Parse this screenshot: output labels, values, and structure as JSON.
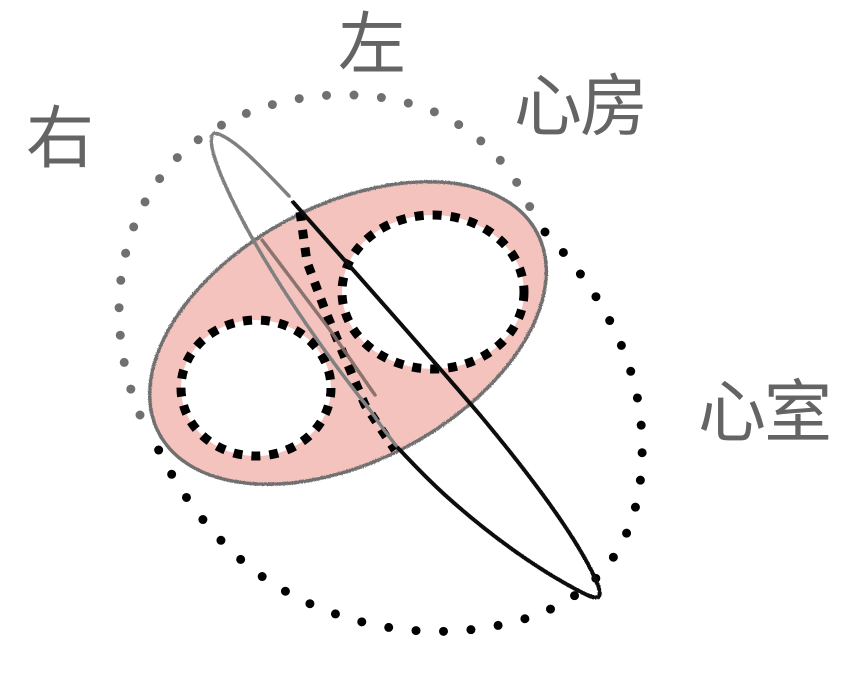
{
  "diagram": {
    "type": "heart-chamber-schematic",
    "labels": {
      "right": "右",
      "left": "左",
      "atrium": "心房",
      "ventricle": "心室"
    },
    "colors": {
      "label": "#646464",
      "myocardium_fill": "#f5c3bd",
      "myocardium_stroke": "#707070",
      "dots_upper": "#707070",
      "dots_lower": "#000000",
      "septum_upper_plane": "#808080",
      "septum_lower_plane": "#000000",
      "chamber_border": "#000000",
      "background": "#ffffff"
    },
    "shapes": [
      {
        "name": "outer-heart-outline",
        "style": "dotted",
        "note": "gray upper-left half, black lower-right half"
      },
      {
        "name": "atrioventricular-ring",
        "style": "filled ellipse (pink)"
      },
      {
        "name": "right-chamber-opening",
        "style": "square-dotted circle"
      },
      {
        "name": "left-chamber-opening",
        "style": "square-dotted circle"
      },
      {
        "name": "gray-plane-ellipse",
        "style": "thin gray sketched ellipse"
      },
      {
        "name": "black-plane-ellipse",
        "style": "thin black sketched ellipse"
      }
    ]
  }
}
